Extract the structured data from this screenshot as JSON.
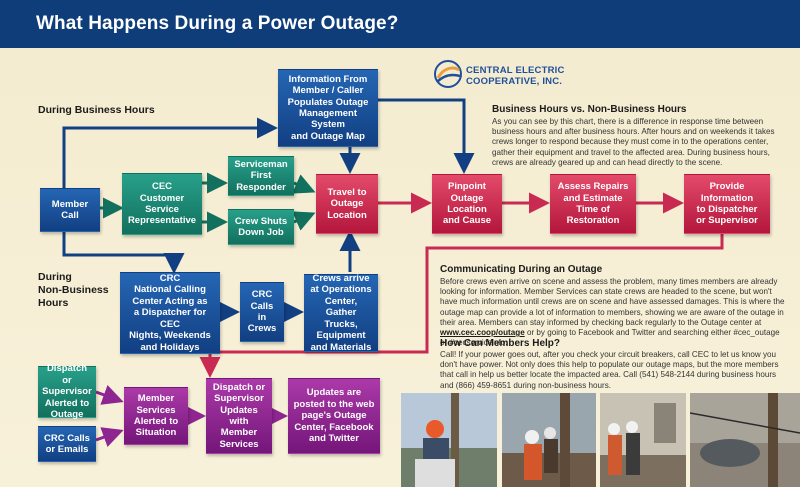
{
  "title": "What Happens During a Power Outage?",
  "logo": {
    "name": "CENTRAL ELECTRIC\nCOOPERATIVE, INC."
  },
  "labels": {
    "business": "During Business Hours",
    "non_business": "During\nNon-Business\nHours"
  },
  "boxes": {
    "member_call": "Member\nCall",
    "cec_rep": "CEC\nCustomer\nService\nRepresentative",
    "serviceman": "Serviceman\nFirst\nResponder",
    "crew_shuts": "Crew Shuts\nDown Job",
    "info_from_member": "Information From\nMember / Caller\nPopulates Outage\nManagement System\nand Outage Map",
    "travel": "Travel to\nOutage\nLocation",
    "pinpoint": "Pinpoint\nOutage\nLocation\nand Cause",
    "assess": "Assess Repairs\nand Estimate\nTime of\nRestoration",
    "provide_info": "Provide\nInformation\nto Dispatcher\nor Supervisor",
    "crc_national": "CRC\nNational Calling\nCenter Acting as\na Dispatcher for CEC\nNights, Weekends\nand Holidays",
    "crc_calls_crews": "CRC\nCalls\nin\nCrews",
    "crews_arrive": "Crews arrive\nat Operations\nCenter,\nGather Trucks,\nEquipment\nand Materials",
    "dispatch_alerted": "Dispatch or\nSupervisor\nAlerted to\nOutage",
    "crc_calls_emails": "CRC Calls\nor Emails",
    "member_services": "Member\nServices\nAlerted to\nSituation",
    "dispatch_updates": "Dispatch or\nSupervisor\nUpdates\nwith Member\nServices",
    "updates_posted": "Updates are\nposted to the web\npage's Outage\nCenter, Facebook\nand Twitter"
  },
  "sections": {
    "bvn_head": "Business Hours vs. Non-Business Hours",
    "bvn_body": "As you can see by this chart, there is a difference in response time between business hours and after business hours. After hours and on weekends it takes crews longer to respond because they must come in to the operations center, gather their equipment and travel to the affected area. During business hours, crews are already geared up and can head directly to the scene.",
    "comm_head": "Communicating During an Outage",
    "comm_body_1": "Before crews even arrive on scene and assess the problem, many times members are already looking for information. Member Services can state crews are headed to the scene, but won't have much information until crews are on scene and have assessed damages. This is where the outage map can provide a lot of information to members, showing we are aware of the outage in their area. Members can stay informed by checking back regularly to the Outage center at ",
    "comm_link": "www.cec.coop/outage",
    "comm_body_2": " or by going to Facebook and Twitter and searching either #cec_outage or #cecserviceinfo.",
    "help_head": "How Can Members Help?",
    "help_body": "Call! If your power goes out, after you check your circuit breakers, call CEC to let us know you don't have power. Not only does this help to populate our outage maps, but the more members that call in help us better locate the impacted area. Call (541) 548-2144 during business hours and (866) 459-8651 during non-business hours."
  },
  "colors": {
    "blue": "#1a4f96",
    "green": "#1d8a73",
    "red": "#c92a52",
    "purple": "#8f2591",
    "title_bar": "#0f3d7a"
  }
}
